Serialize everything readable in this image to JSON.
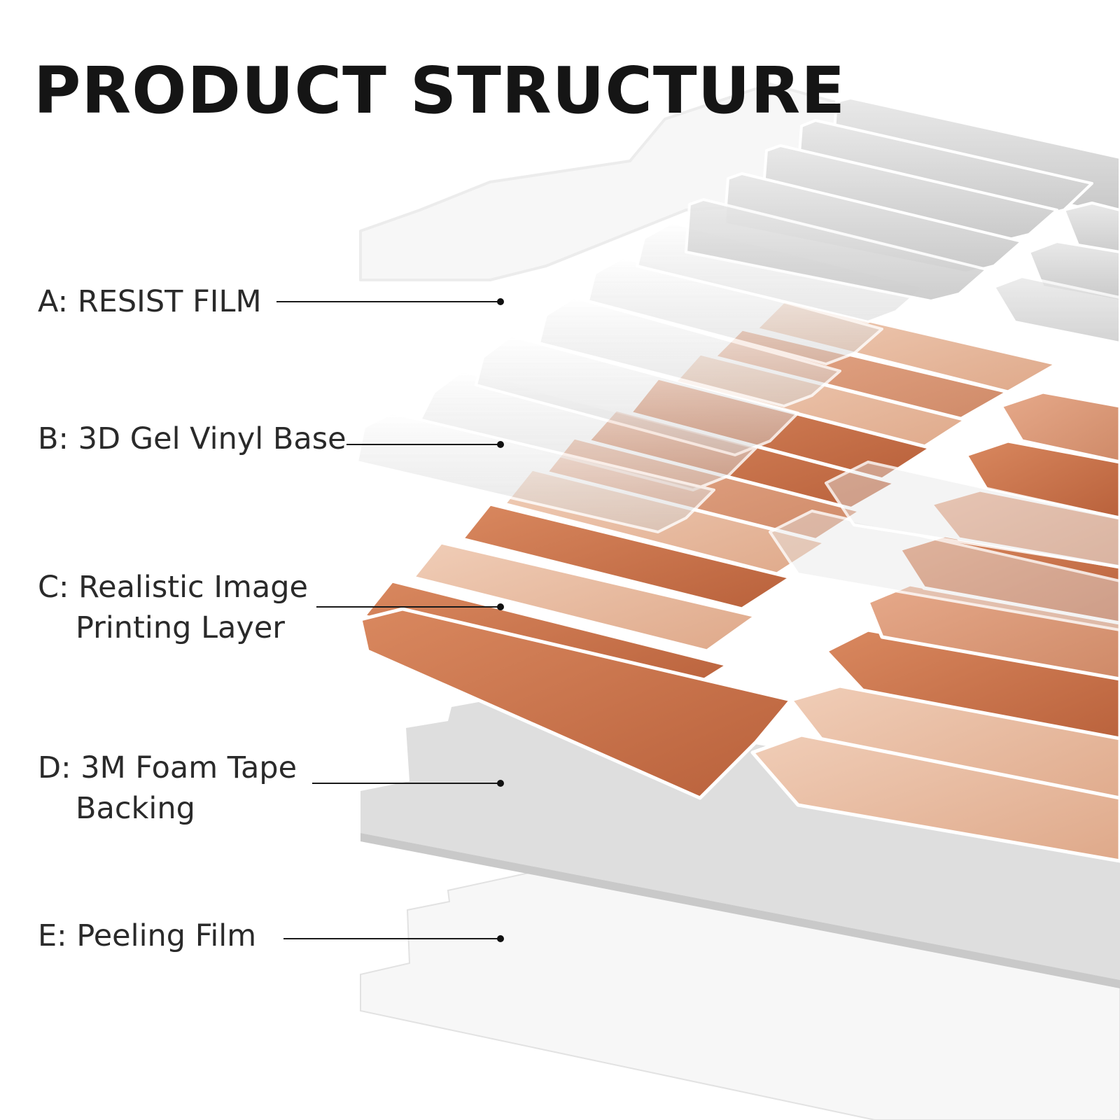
{
  "title": "PRODUCT STRUCTURE",
  "layers": [
    {
      "key": "A",
      "lines": [
        "A: RESIST FILM"
      ]
    },
    {
      "key": "B",
      "lines": [
        "B: 3D Gel Vinyl Base"
      ]
    },
    {
      "key": "C",
      "lines": [
        "C: Realistic Image",
        "Printing Layer"
      ]
    },
    {
      "key": "D",
      "lines": [
        "D: 3M Foam Tape",
        "Backing"
      ]
    },
    {
      "key": "E",
      "lines": [
        "E: Peeling Film"
      ]
    }
  ],
  "colors": {
    "text": "#151515",
    "tile_dark": "#c8744f",
    "tile_mid": "#d9987a",
    "tile_light": "#ecc6ae",
    "film_gray": "#dcdcdc",
    "gel_clear": "#eeeeee"
  }
}
